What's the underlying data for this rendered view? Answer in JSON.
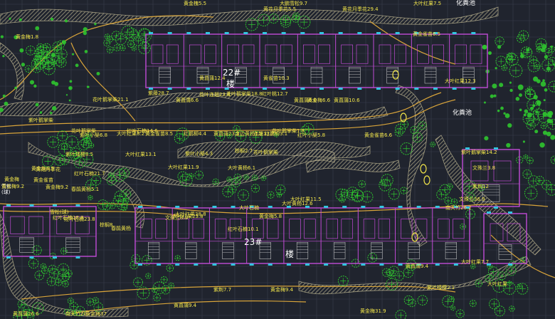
{
  "colors": {
    "background": "#20242e",
    "grid": "#3a3f4d",
    "building": "#c14bd6",
    "hatch": "#b9b28f",
    "tree": "#2fc62f",
    "road": "#d8a43a",
    "label": "#f2e64a",
    "white": "#ffffff"
  },
  "buildings": {
    "b22": {
      "number": "22#",
      "suffix": "楼"
    },
    "b23": {
      "number": "23#",
      "suffix": "楼"
    }
  },
  "features": {
    "septic_top": "化粪池",
    "septic_mid": "化粪池",
    "edge_left_a": "雪松",
    "edge_left_b": "(球)"
  },
  "labels": [
    "黄金槐5.5",
    "大鹏雪松9.7",
    "黄花月季花5.5",
    "黄花月季花29.4",
    "大叶红果7.5",
    "黄金雀苗6.5",
    "黄菖蒲12.4",
    "黄雀苗10.3",
    "大叶红果12.3",
    "黄菖蒲6.6",
    "花叶鹅掌柴21.1",
    "紫藤28.7",
    "花叶连翘23.8",
    "花叶鹅掌柴18.8",
    "红叶桃12.7",
    "黄菖蒲6.6",
    "紫叶鹅掌柴",
    "红叶石楠14.6",
    "花叶鹅掌柴1.8",
    "黄菖蒲10.6",
    "黄金梅6.6",
    "花叶鹅掌柴",
    "紫叶小檗6.8",
    "大叶红果8.2",
    "黄金雀苗8.5",
    "红鹅柳4.4",
    "黄菖蒲23.3",
    "金边黄杨4.9",
    "连翘13.7",
    "红鹅柳3.1",
    "红叶小檗5.8",
    "黄金雀苗6.6",
    "大叶红果13.1",
    "紫叶小檗4.3",
    "棕榈2.7",
    "花叶鹅掌柴",
    "紫叶鹅掌柴14.2",
    "黄金梅6.5",
    "紫叶矮樱8.5",
    "大叶红果11.9",
    "黄金雀苗",
    "大叶黄杨6.1",
    "黄金梅9.2",
    "春鹃黄杨5.1",
    "黄金梅",
    "黄花月季花",
    "文殊兰3.8",
    "大叶红果11.5",
    "紫荆12",
    "红叶石楠18.8",
    "文殊兰8.9",
    "文殊兰36.9",
    "黄金梅9.2",
    "南天竹26.2",
    "雪松(球)",
    "红叶石楠23.8",
    "黄金梅5.8",
    "棕榈8",
    "红叶石楠10.1",
    "春鹃黄杨",
    "大叶红果23.8",
    "大叶石楠",
    "大叶黄杨12.6",
    "红叶石楠21.7",
    "紫荆7.7",
    "黄金梅9.4",
    "大叶红果7.7",
    "紫叶矮樱2.1",
    "黄菖蒲9.4",
    "南天竹20",
    "黄菖蒲26.6",
    "黄金梅37",
    "黄金梅31.9",
    "大叶红果38.8",
    "黄菖蒲9.4",
    "大叶红果",
    "黄金梅1.8"
  ]
}
